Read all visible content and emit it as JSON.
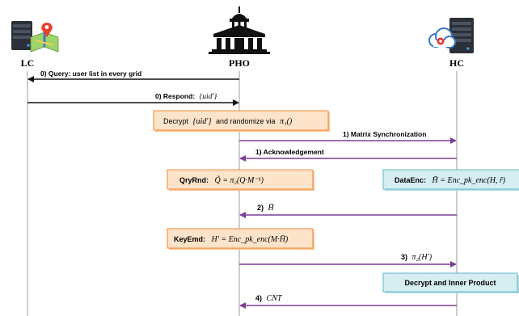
{
  "entities": {
    "lc": "LC",
    "pho": "PHO",
    "hc": "HC"
  },
  "messages": {
    "m1": "0) Query: user list in every grid",
    "m2_label": "0) Respond:",
    "m2_math": "{uid′}",
    "m3": "1) Matrix Synchronization",
    "m4": "1) Acknowledgement",
    "m5_label": "2)",
    "m5_math": "H̄",
    "m6_label": "3)",
    "m6_math": "π₂(H′)",
    "m7_label": "4)",
    "m7_math": "CNT"
  },
  "boxes": {
    "decrypt_label": "Decrypt",
    "decrypt_math1": "{uid′}",
    "decrypt_mid": "and randomize via",
    "decrypt_math2": "π₁()",
    "qryrnd_label": "QryRnd:",
    "qryrnd_math": "Q̃ = π₂(Q·M⁻¹)",
    "dataenc_label": "DataEnc:",
    "dataenc_math": "H̄ = Enc_pk_enc(H, r̃)",
    "keyemd_label": "KeyEmd:",
    "keyemd_math": "H′ = Enc_pk_enc(M·H̄)",
    "inner_label": "Decrypt and Inner Product"
  },
  "colors": {
    "black_arrow": "#111111",
    "purple_arrow": "#7b3f99",
    "orange_box_fill": "#fde3c9",
    "orange_box_border": "#f08a35",
    "blue_box_fill": "#d6edf2",
    "blue_box_border": "#5fb8c9"
  }
}
